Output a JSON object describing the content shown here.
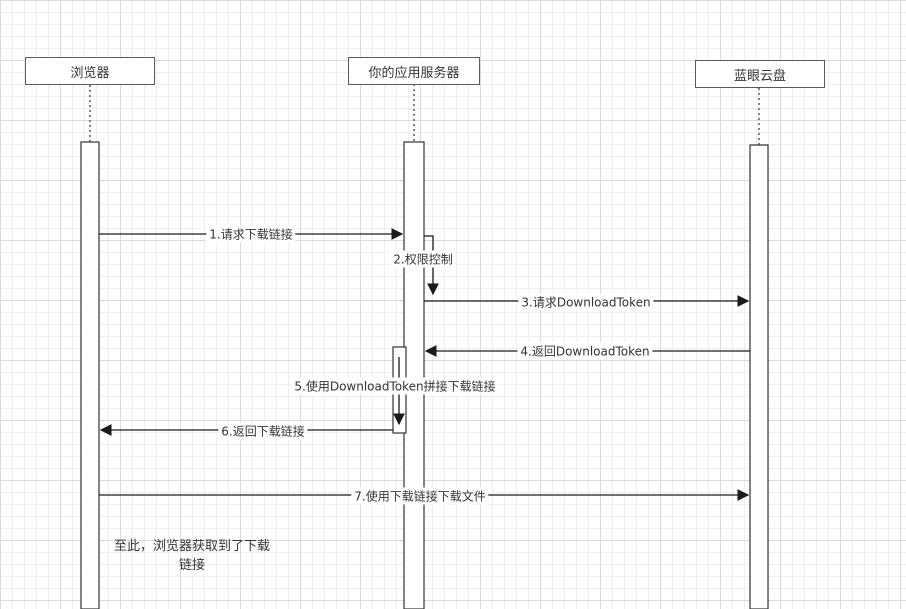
{
  "diagram_type": "uml-sequence",
  "colors": {
    "background": "#ffffff",
    "grid_minor": "#efefef",
    "grid_major": "#dadada",
    "line": "#1a1a1a",
    "shape_fill": "#ffffff",
    "shape_stroke": "#5a5a5a",
    "text": "#333333"
  },
  "actors": [
    {
      "label": "浏览器"
    },
    {
      "label": "你的应用服务器"
    },
    {
      "label": "蓝眼云盘"
    }
  ],
  "messages": [
    {
      "label": "1.请求下载链接"
    },
    {
      "label": "2.权限控制"
    },
    {
      "label": "3.请求DownloadToken"
    },
    {
      "label": "4.返回DownloadToken"
    },
    {
      "label": "5.使用DownloadToken拼接下载链接"
    },
    {
      "label": "6.返回下载链接"
    },
    {
      "label": "7.使用下载链接下载文件"
    }
  ],
  "note": {
    "text": "至此，浏览器获取到了下载链接"
  }
}
